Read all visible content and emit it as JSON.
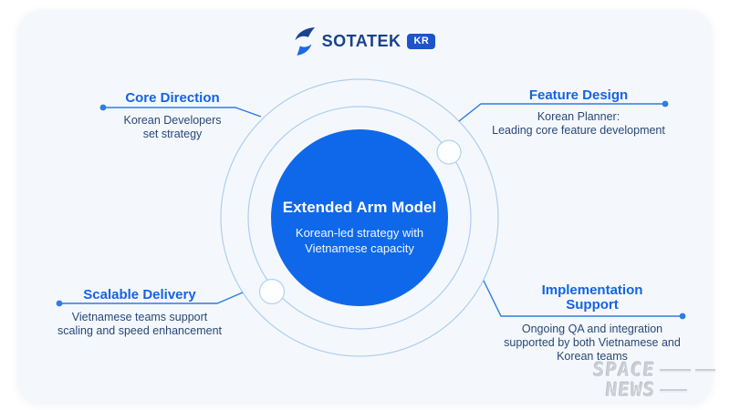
{
  "logo": {
    "brand": "SOTATEK",
    "badge": "KR"
  },
  "center": {
    "title": "Extended Arm Model",
    "subtitle": "Korean-led strategy with\nVietnamese capacity"
  },
  "sections": [
    {
      "id": "core-direction",
      "title": "Core Direction",
      "desc": "Korean Developers\nset strategy"
    },
    {
      "id": "feature-design",
      "title": "Feature Design",
      "desc": "Korean Planner:\nLeading core feature development"
    },
    {
      "id": "scalable-delivery",
      "title": "Scalable Delivery",
      "desc": "Vietnamese teams support\nscaling and speed enhancement"
    },
    {
      "id": "implementation-support",
      "title": "Implementation\nSupport",
      "desc": "Ongoing QA and integration\nsupported by both Vietnamese and\nKorean teams"
    }
  ],
  "watermark": {
    "line1": "SPACE",
    "line2": "NEWS"
  },
  "colors": {
    "card_bg": "#f4f8fc",
    "center_circle": "#0f68e9",
    "accent_title": "#1563e3",
    "body_text": "#2a4777",
    "connector": "#2f7ce4",
    "ring_stroke": "#aecdf0",
    "brand_navy": "#1a4189",
    "badge_bg": "#1d54c9",
    "watermark_gray": "#c9cdd4"
  }
}
